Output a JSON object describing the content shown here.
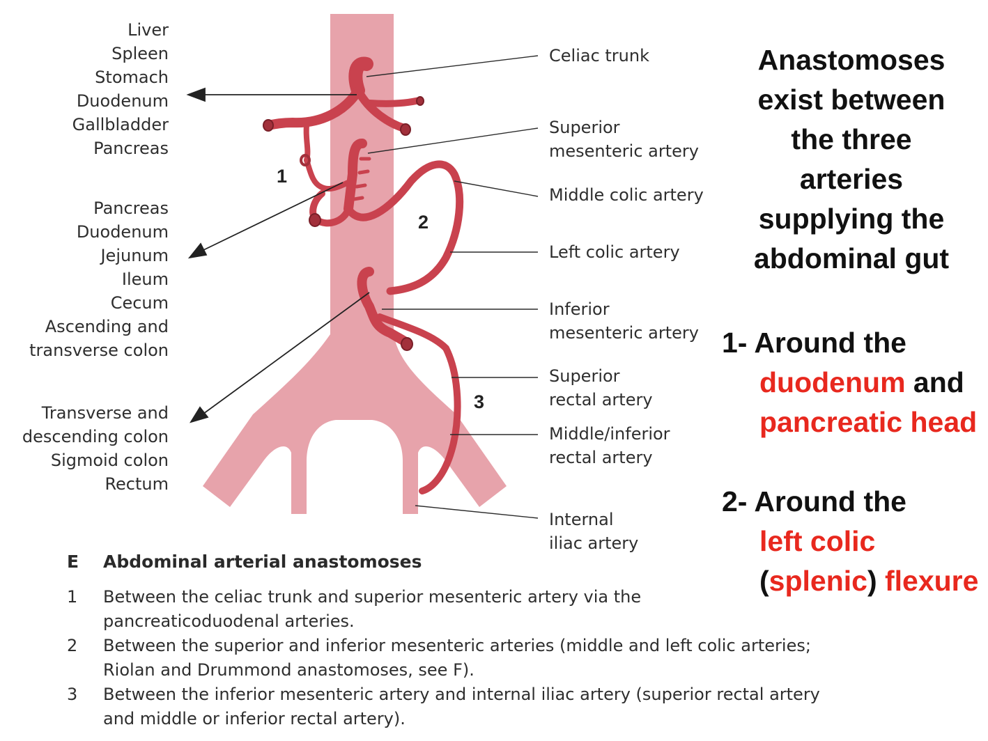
{
  "left_groups": {
    "celiac_organs": [
      "Liver",
      "Spleen",
      "Stomach",
      "Duodenum",
      "Gallbladder",
      "Pancreas"
    ],
    "sma_organs": [
      "Pancreas",
      "Duodenum",
      "Jejunum",
      "Ileum",
      "Cecum",
      "Ascending and",
      "transverse colon"
    ],
    "ima_organs": [
      "Transverse and",
      "descending colon",
      "Sigmoid colon",
      "Rectum"
    ]
  },
  "right_labels": {
    "celiac": [
      "Celiac trunk"
    ],
    "sma": [
      "Superior",
      "mesenteric artery"
    ],
    "middle_colic": [
      "Middle colic artery"
    ],
    "left_colic": [
      "Left colic artery"
    ],
    "ima": [
      "Inferior",
      "mesenteric artery"
    ],
    "sup_rectal": [
      "Superior",
      "rectal artery"
    ],
    "mid_rectal": [
      "Middle/inferior",
      "rectal artery"
    ],
    "int_iliac": [
      "Internal",
      "iliac artery"
    ]
  },
  "numbers": [
    "1",
    "2",
    "3"
  ],
  "caption": {
    "letter": "E",
    "title": "Abdominal arterial anastomoses",
    "items": [
      {
        "num": "1",
        "lines": [
          "Between the celiac trunk and superior mesenteric artery via the",
          "pancreaticoduodenal arteries."
        ]
      },
      {
        "num": "2",
        "lines": [
          "Between the superior and inferior mesenteric arteries (middle and left colic arteries;",
          "Riolan and Drummond anastomoses, see F)."
        ]
      },
      {
        "num": "3",
        "lines": [
          "Between the inferior mesenteric artery and internal iliac artery (superior rectal artery",
          "and middle or inferior rectal artery)."
        ]
      }
    ]
  },
  "summary": {
    "lines": [
      "Anastomoses",
      "exist between",
      "the three",
      "arteries",
      "supplying the",
      "abdominal gut"
    ],
    "p1_lead": "1- Around the",
    "p1_w1": "duodenum",
    "p1_and": " and",
    "p1_w2": "pancreatic head",
    "p2_lead": "2- Around the",
    "p2_w1": "left colic",
    "p2_open": "(",
    "p2_w2": "splenic",
    "p2_close": ") ",
    "p2_w3": "flexure"
  },
  "colors": {
    "aorta": "#e7a3ab",
    "artery": "#c9424e",
    "artery_dark": "#a2303b",
    "accent_red": "#e8281e"
  }
}
